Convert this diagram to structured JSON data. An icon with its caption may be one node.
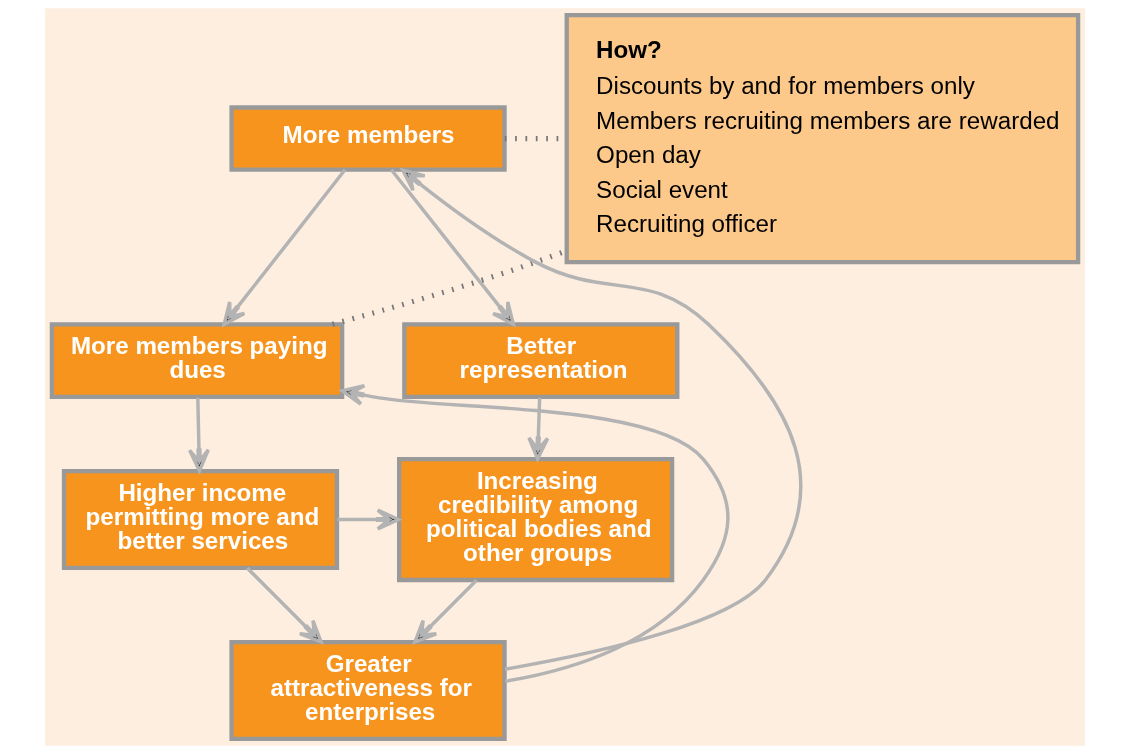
{
  "diagram": {
    "nodes": [
      {
        "text": [
          "More members"
        ]
      },
      {
        "text": [
          "More members paying dues"
        ]
      },
      {
        "text": [
          "Better representation"
        ]
      },
      {
        "text": [
          "Higher income permitting more and better services"
        ]
      },
      {
        "text": [
          "Increasing credibility among political bodies and other groups"
        ]
      },
      {
        "text": [
          "Greater attractiveness for enterprises"
        ]
      },
      {
        "text": [
          "How?",
          "Discounts by and for members only",
          "Members recruiting members are rewarded",
          "Open day",
          "Social event",
          "Recruiting officer"
        ]
      }
    ],
    "edges": [
      {
        "from": 0,
        "to": 1,
        "arrow": "to"
      },
      {
        "from": 0,
        "to": 2,
        "arrow": "to"
      },
      {
        "from": 1,
        "to": 3,
        "arrow": "to"
      },
      {
        "from": 2,
        "to": 4,
        "arrow": "to"
      },
      {
        "from": 3,
        "to": 4,
        "arrow": "to"
      },
      {
        "from": 3,
        "to": 5,
        "arrow": "to"
      },
      {
        "from": 4,
        "to": 5,
        "arrow": "to"
      },
      {
        "from": 5,
        "to": 0,
        "arrow": "to"
      },
      {
        "from": 5,
        "to": 1,
        "arrow": "to"
      },
      {
        "from": 0,
        "to": 6,
        "arrow": "none",
        "style": "dashed",
        "color": "#777777"
      },
      {
        "from": 1,
        "to": 6,
        "arrow": "none",
        "style": "dashed",
        "color": "#777777"
      }
    ]
  }
}
